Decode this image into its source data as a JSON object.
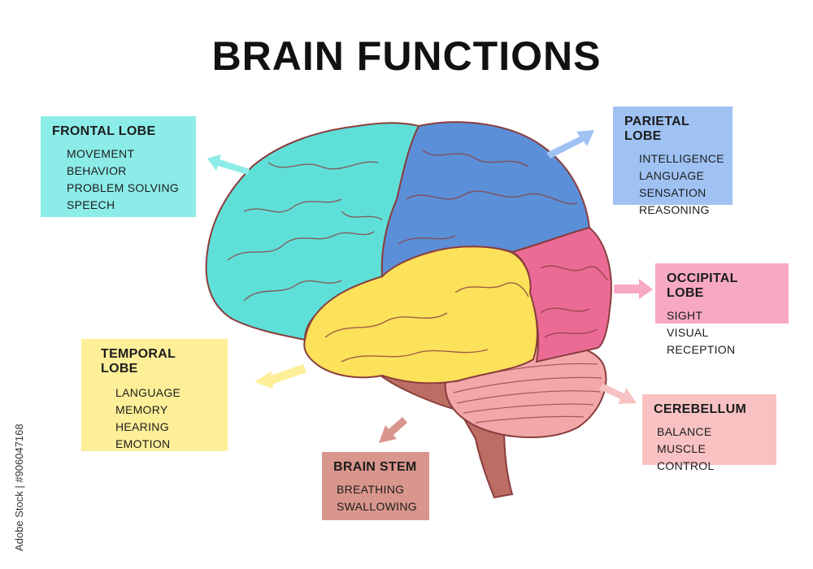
{
  "title": "BRAIN FUNCTIONS",
  "regions": {
    "frontal": {
      "name": "FRONTAL LOBE",
      "functions": [
        "MOVEMENT",
        "BEHAVIOR",
        "PROBLEM SOLVING",
        "SPEECH"
      ],
      "color": "#5EE0D9",
      "box_color": "#8CECE8"
    },
    "parietal": {
      "name": "PARIETAL LOBE",
      "functions": [
        "INTELLIGENCE",
        "LANGUAGE",
        "SENSATION",
        "REASONING"
      ],
      "color": "#5B8FD8",
      "box_color": "#9FC2F3"
    },
    "occipital": {
      "name": "OCCIPITAL LOBE",
      "functions": [
        "SIGHT",
        "VISUAL RECEPTION"
      ],
      "color": "#EC6B96",
      "box_color": "#F7A8C5"
    },
    "temporal": {
      "name": "TEMPORAL LOBE",
      "functions": [
        "LANGUAGE",
        "MEMORY",
        "HEARING",
        "EMOTION"
      ],
      "color": "#FCE15A",
      "box_color": "#FDEE98"
    },
    "cerebellum": {
      "name": "CEREBELLUM",
      "functions": [
        "BALANCE",
        "MUSCLE CONTROL"
      ],
      "color": "#F2A8A8",
      "box_color": "#F8C2C2"
    },
    "brainstem": {
      "name": "BRAIN STEM",
      "functions": [
        "BREATHING",
        "SWALLOWING"
      ],
      "color": "#BC6E64",
      "box_color": "#D9968C"
    }
  },
  "outline_color": "#8A3E3E",
  "watermark": "Adobe Stock | #906047168"
}
